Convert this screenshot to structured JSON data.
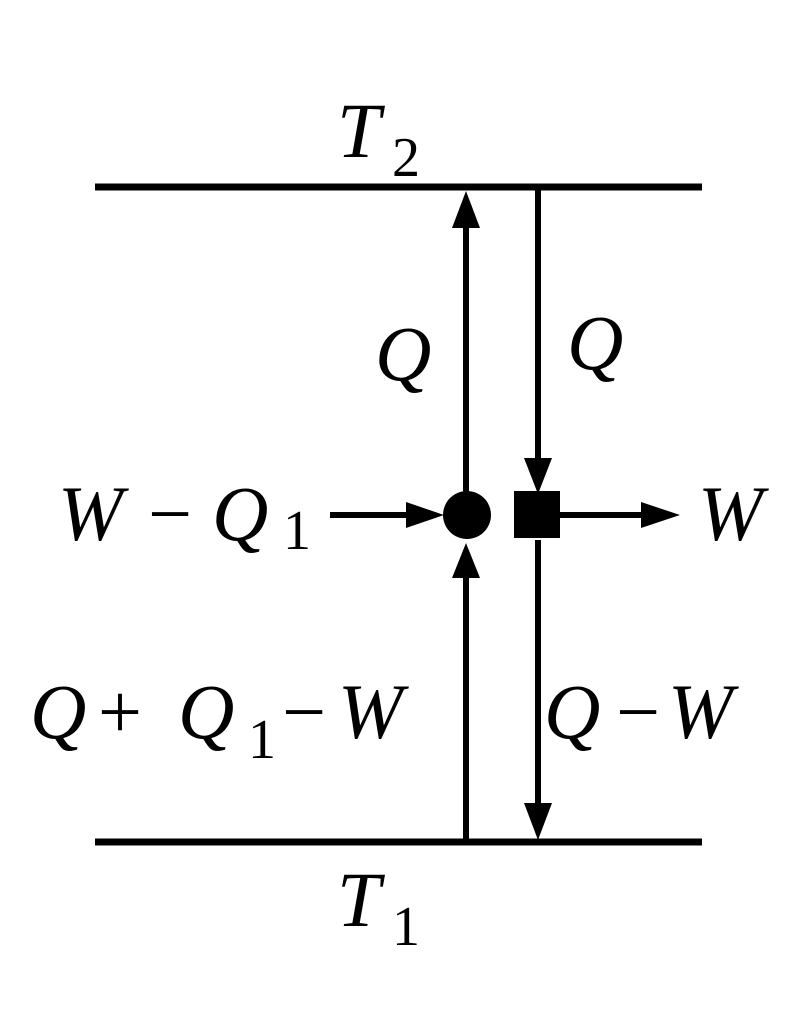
{
  "reservoirs": {
    "hot": {
      "symbol": "T",
      "subscript": "2"
    },
    "cold": {
      "symbol": "T",
      "subscript": "1"
    }
  },
  "flows": {
    "left_upper": "Q",
    "right_upper": "Q",
    "left_input": {
      "w": "W",
      "minus": "−",
      "q": "Q",
      "sub": "1"
    },
    "right_output": "W",
    "left_lower": {
      "q": "Q",
      "plus": "+",
      "q1": "Q",
      "sub": "1",
      "minus": "−",
      "w": "W"
    },
    "right_lower": {
      "q": "Q",
      "minus": "−",
      "w": "W"
    }
  },
  "colors": {
    "ink": "#000000",
    "background": "#ffffff"
  }
}
